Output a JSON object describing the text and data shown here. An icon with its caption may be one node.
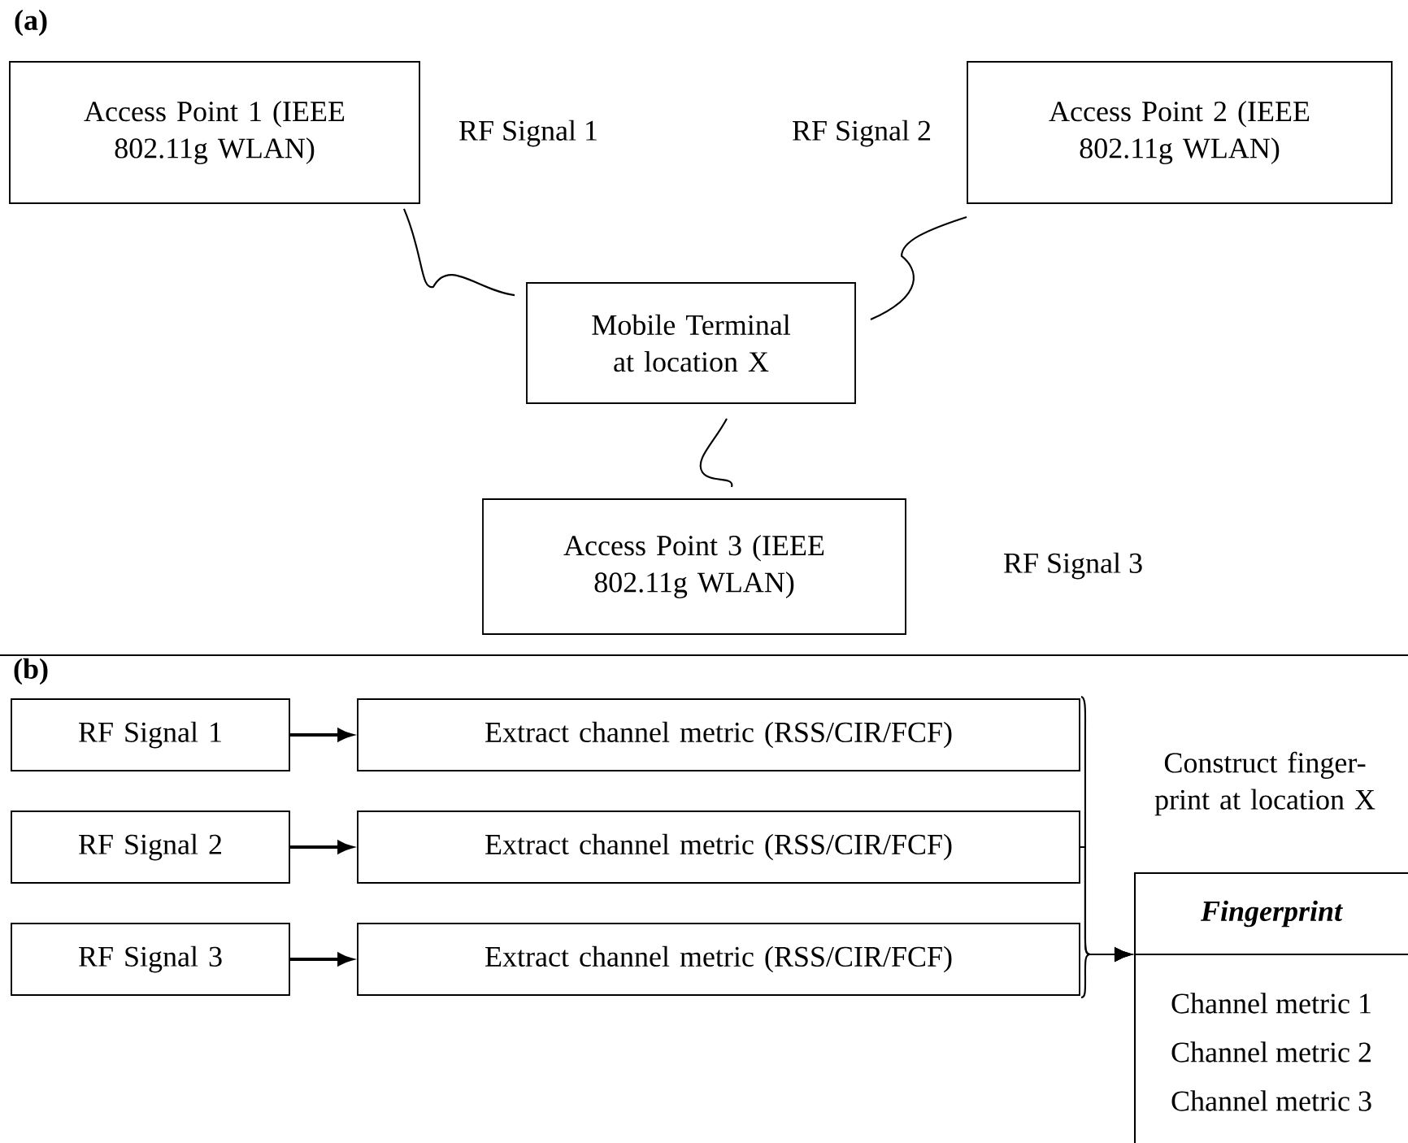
{
  "diagram": {
    "nodes": [
      {
        "text": [
          "Access Point 1 (IEEE 802.11g WLAN)"
        ]
      },
      {
        "text": [
          "Access Point 2 (IEEE 802.11g WLAN)"
        ]
      },
      {
        "text": [
          "Mobile Terminal at location X"
        ]
      },
      {
        "text": [
          "Access Point 3 (IEEE 802.11g WLAN)"
        ]
      },
      {
        "text": [
          "RF Signal 1"
        ]
      },
      {
        "text": [
          "Extract channel metric (RSS/CIR/FCF)"
        ]
      },
      {
        "text": [
          "RF Signal 2"
        ]
      },
      {
        "text": [
          "Extract channel metric (RSS/CIR/FCF)"
        ]
      },
      {
        "text": [
          "RF Signal 3"
        ]
      },
      {
        "text": [
          "Extract channel metric (RSS/CIR/FCF)"
        ]
      },
      {
        "text": [
          "Fingerprint",
          "Channel metric 1",
          "Channel metric 2",
          "Channel metric 3"
        ]
      }
    ],
    "edges": [
      {
        "from": 0,
        "to": 2,
        "arrow": "none"
      },
      {
        "from": 1,
        "to": 2,
        "arrow": "none"
      },
      {
        "from": 2,
        "to": 3,
        "arrow": "none"
      },
      {
        "from": 4,
        "to": 5,
        "arrow": "to"
      },
      {
        "from": 6,
        "to": 7,
        "arrow": "to"
      },
      {
        "from": 8,
        "to": 9,
        "arrow": "to"
      },
      {
        "from": 5,
        "to": 10,
        "arrow": "to"
      },
      {
        "from": 7,
        "to": 10,
        "arrow": "to"
      },
      {
        "from": 9,
        "to": 10,
        "arrow": "to"
      }
    ],
    "labels": [
      "(a)",
      "RF Signal 1",
      "RF Signal 2",
      "RF Signal 3",
      "(b)",
      "Construct finger- print at location X"
    ]
  }
}
